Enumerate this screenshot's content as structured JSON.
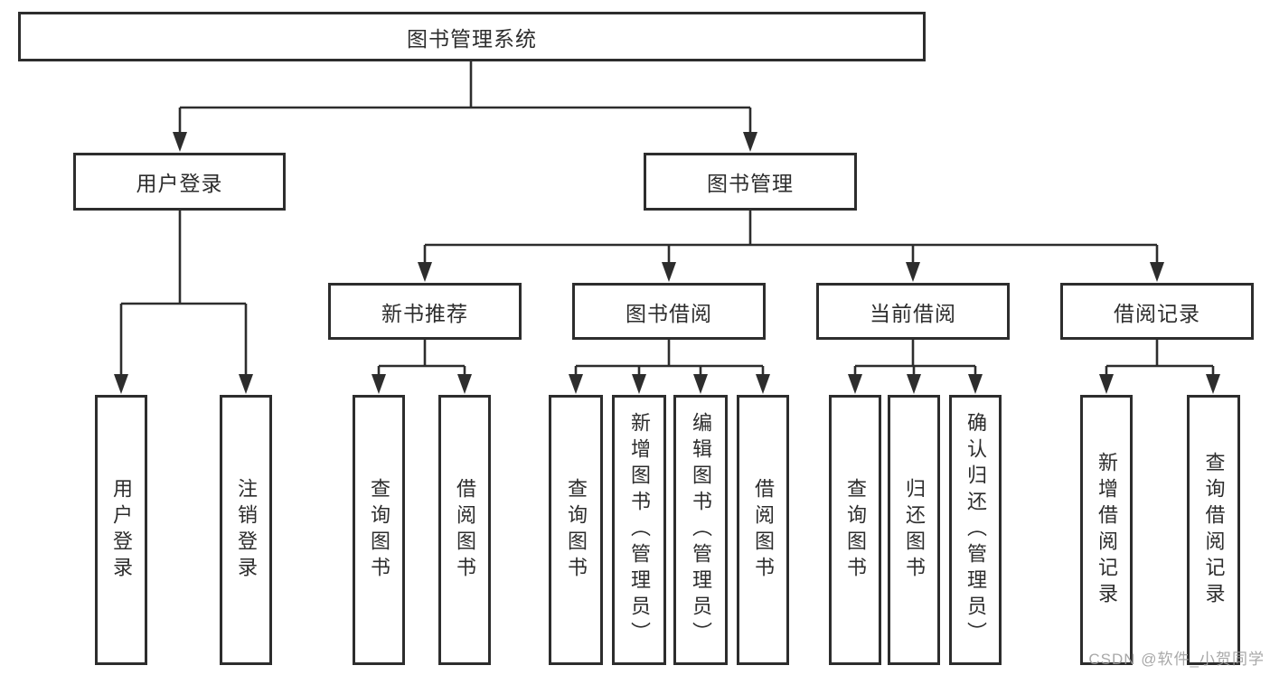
{
  "diagram": {
    "root": {
      "label": "图书管理系统"
    },
    "branches": [
      {
        "label": "用户登录",
        "children": [
          {
            "label": "用户登录"
          },
          {
            "label": "注销登录"
          }
        ]
      },
      {
        "label": "图书管理",
        "groups": [
          {
            "label": "新书推荐",
            "children": [
              {
                "label": "查询图书"
              },
              {
                "label": "借阅图书"
              }
            ]
          },
          {
            "label": "图书借阅",
            "children": [
              {
                "label": "查询图书"
              },
              {
                "label": "新增图书（管理员）"
              },
              {
                "label": "编辑图书（管理员）"
              },
              {
                "label": "借阅图书"
              }
            ]
          },
          {
            "label": "当前借阅",
            "children": [
              {
                "label": "查询图书"
              },
              {
                "label": "归还图书"
              },
              {
                "label": "确认归还（管理员）"
              }
            ]
          },
          {
            "label": "借阅记录",
            "children": [
              {
                "label": "新增借阅记录"
              },
              {
                "label": "查询借阅记录"
              }
            ]
          }
        ]
      }
    ],
    "watermark": "CSDN @软件_小贺同学",
    "colors": {
      "line": "#2d2d2d",
      "text": "#2d2d2d",
      "background": "#ffffff",
      "watermark": "#9e9e9e"
    }
  }
}
